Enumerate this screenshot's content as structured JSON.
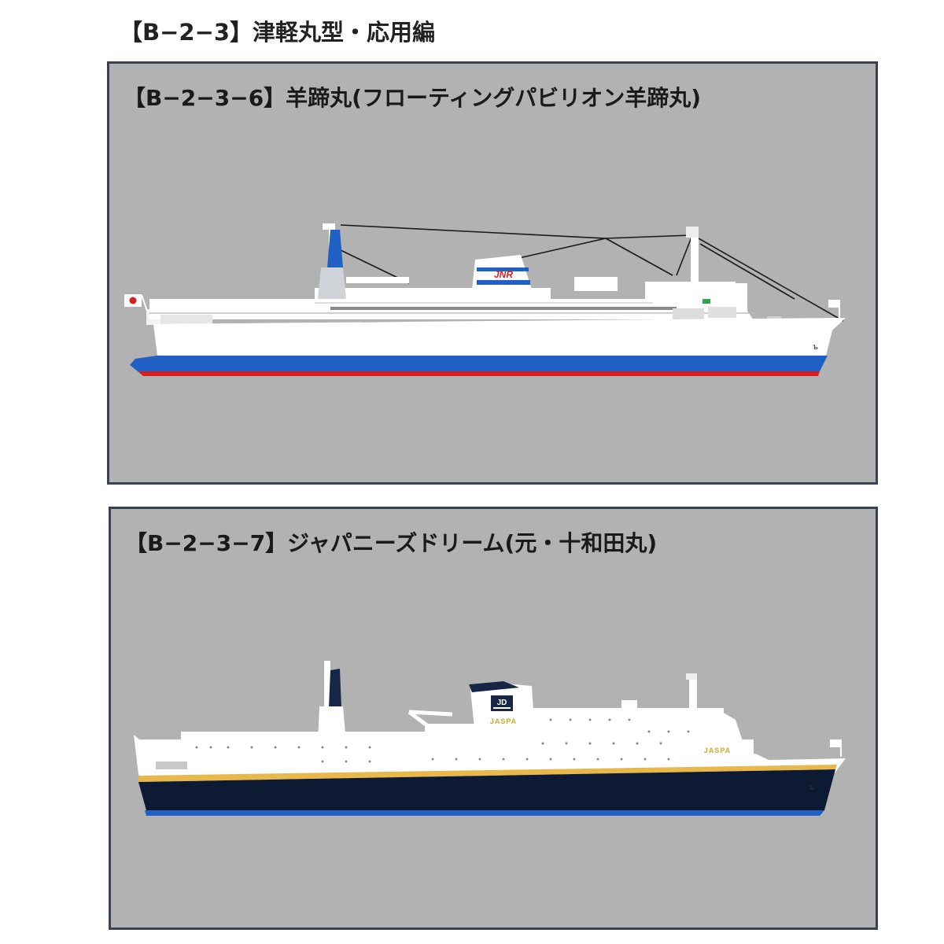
{
  "page": {
    "title": "【B−2−3】津軽丸型・応用編"
  },
  "panels": [
    {
      "title": "【B−2−3−6】羊蹄丸(フローティングパビリオン羊蹄丸)",
      "ship": {
        "funnel_logo": "JNR",
        "colors": {
          "hull_white": "#ffffff",
          "hull_blue": "#2160c4",
          "hull_red": "#d42020",
          "background": "#b2b2b2",
          "outline": "#3a4150"
        }
      }
    },
    {
      "title": "【B−2−3−7】ジャパニーズドリーム(元・十和田丸)",
      "ship": {
        "funnel_badge": "JD",
        "funnel_text": "JASPA",
        "side_text": "JASPA",
        "colors": {
          "hull_navy": "#0d1a33",
          "stripe_gold": "#e8b84a",
          "hull_blue_band": "#2160c4",
          "funnel_navy": "#152647",
          "name_gold": "#d4a52a"
        }
      }
    }
  ]
}
